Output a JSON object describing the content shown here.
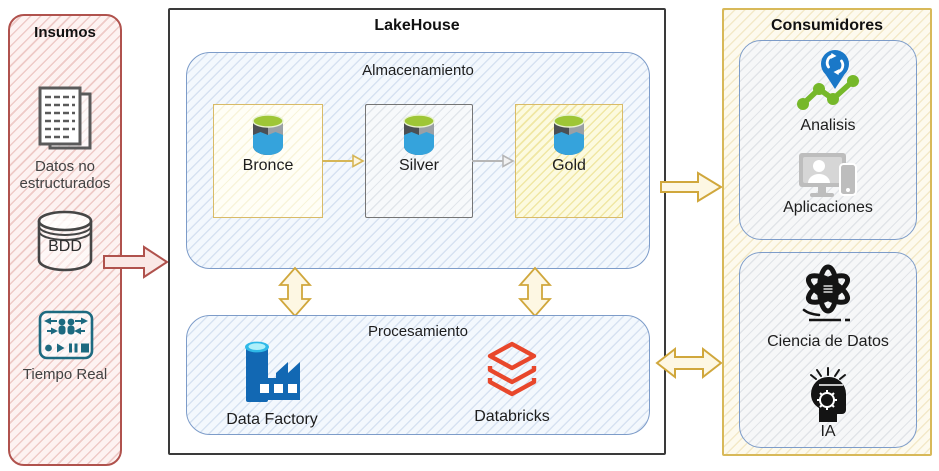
{
  "insumos": {
    "title": "Insumos",
    "items": [
      {
        "label": "Datos no estructurados",
        "icon": "documents-icon"
      },
      {
        "label": "BDD",
        "icon": "database-cylinder-icon"
      },
      {
        "label": "Tiempo Real",
        "icon": "realtime-stream-icon"
      }
    ]
  },
  "lakehouse": {
    "title": "LakeHouse",
    "almacenamiento": {
      "title": "Almacenamiento",
      "layers": [
        {
          "label": "Bronce",
          "icon": "datalake-storage-icon"
        },
        {
          "label": "Silver",
          "icon": "datalake-storage-icon"
        },
        {
          "label": "Gold",
          "icon": "datalake-storage-icon"
        }
      ]
    },
    "procesamiento": {
      "title": "Procesamiento",
      "tools": [
        {
          "label": "Data Factory",
          "icon": "data-factory-icon"
        },
        {
          "label": "Databricks",
          "icon": "databricks-icon"
        }
      ]
    }
  },
  "consumidores": {
    "title": "Consumidores",
    "grupo1": {
      "items": [
        {
          "label": "Analisis",
          "icon": "analytics-pin-icon"
        },
        {
          "label": "Aplicaciones",
          "icon": "devices-icon"
        }
      ]
    },
    "grupo2": {
      "items": [
        {
          "label": "Ciencia de Datos",
          "icon": "atom-icon"
        },
        {
          "label": "IA",
          "icon": "ai-head-icon"
        }
      ]
    }
  },
  "connections": [
    {
      "from": "Insumos",
      "to": "LakeHouse",
      "style": "block-arrow-right",
      "color": "#b0524d"
    },
    {
      "from": "Bronce",
      "to": "Silver",
      "style": "arrow-right",
      "color": "#d6b656"
    },
    {
      "from": "Silver",
      "to": "Gold",
      "style": "arrow-right",
      "color": "#b3b3b3"
    },
    {
      "from": "Almacenamiento",
      "to": "Procesamiento",
      "style": "block-arrow-double-vertical",
      "color": "#d6b656"
    },
    {
      "from": "Almacenamiento",
      "to": "Procesamiento",
      "style": "block-arrow-double-vertical",
      "color": "#d6b656"
    },
    {
      "from": "LakeHouse",
      "to": "Consumidores",
      "style": "block-arrow-right",
      "color": "#d6b656"
    },
    {
      "from": "LakeHouse",
      "to": "Consumidores",
      "style": "block-arrow-double-horizontal",
      "color": "#d6b656"
    }
  ],
  "colors": {
    "insumos_border": "#b0524d",
    "lakehouse_border": "#3a3a3a",
    "blue_box_border": "#7d9cc9",
    "gold_border": "#d6b656",
    "silver_border": "#757575",
    "databricks_red": "#e8472b",
    "datafactory_blue": "#1268b3",
    "analisis_green": "#76b82a",
    "analisis_blue": "#1a78c8",
    "tiemporeal_teal": "#1d6a80",
    "icon_gray": "#bdbdbd",
    "icon_black": "#141414"
  }
}
